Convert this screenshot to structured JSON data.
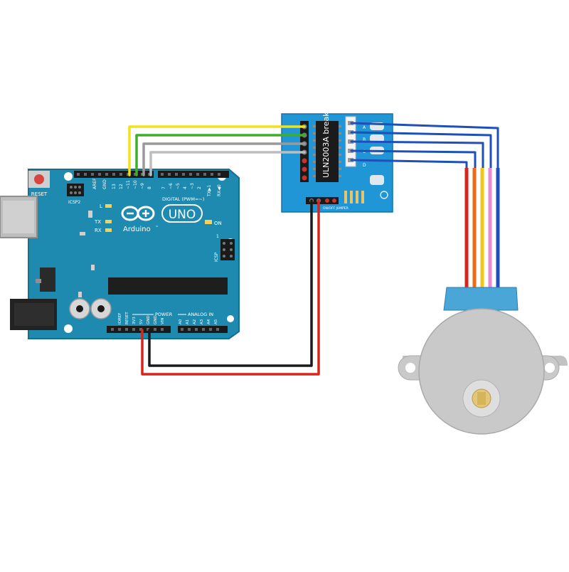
{
  "arduino": {
    "reset_label": "RESET",
    "icsp2_label": "ICSP2",
    "aref_label": "AREF",
    "gnd_label": "GND",
    "pin13_label": "13",
    "pin12_label": "12",
    "pin11_label": "~11",
    "pin10_label": "~10",
    "pin9_label": "~9",
    "pin8_label": "8",
    "pin7_label": "7",
    "pin6_label": "~6",
    "pin5_label": "~5",
    "pin4_label": "4",
    "pin3_label": "~3",
    "pin2_label": "2",
    "pin1_label": "TX▶1",
    "pin0_label": "RX◀0",
    "digital_label": "DIGITAL (PWM=~)",
    "l_label": "L",
    "tx_label": "TX",
    "rx_label": "RX",
    "brand_label": "Arduino",
    "tm_label": "™",
    "model_label": "UNO",
    "on_label": "ON",
    "icsp_label": "ICSP",
    "icsp_pin1_label": "1",
    "power_label": "POWER",
    "analog_label": "ANALOG IN",
    "ioref_label": "IOREF",
    "reset_pin_label": "RESET",
    "v33_label": "3V3",
    "v5_label": "5V",
    "gnd1_label": "GND",
    "gnd2_label": "GND",
    "vin_label": "VIN",
    "a0_label": "A0",
    "a1_label": "A1",
    "a2_label": "A2",
    "a3_label": "A3",
    "a4_label": "A4",
    "a5_label": "A5"
  },
  "driver": {
    "chip_label": "ULN2003A break",
    "jumper_label": "ON/OFF JUMPER",
    "phase_a_label": "A",
    "phase_b_label": "B",
    "phase_c_label": "C",
    "phase_d_label": "D"
  },
  "colors": {
    "board_blue": "#1f8ab0",
    "driver_blue": "#2196d6",
    "wire_yellow": "#f1e21a",
    "wire_green": "#3fae2a",
    "wire_gray": "#9a9a9a",
    "wire_black": "#1a1a1a",
    "wire_red": "#d9241c",
    "wire_blue": "#1f4fb8",
    "wire_orange": "#ef6a17",
    "wire_pink": "#e98ad6",
    "motor_gray": "#c9c9c9"
  }
}
